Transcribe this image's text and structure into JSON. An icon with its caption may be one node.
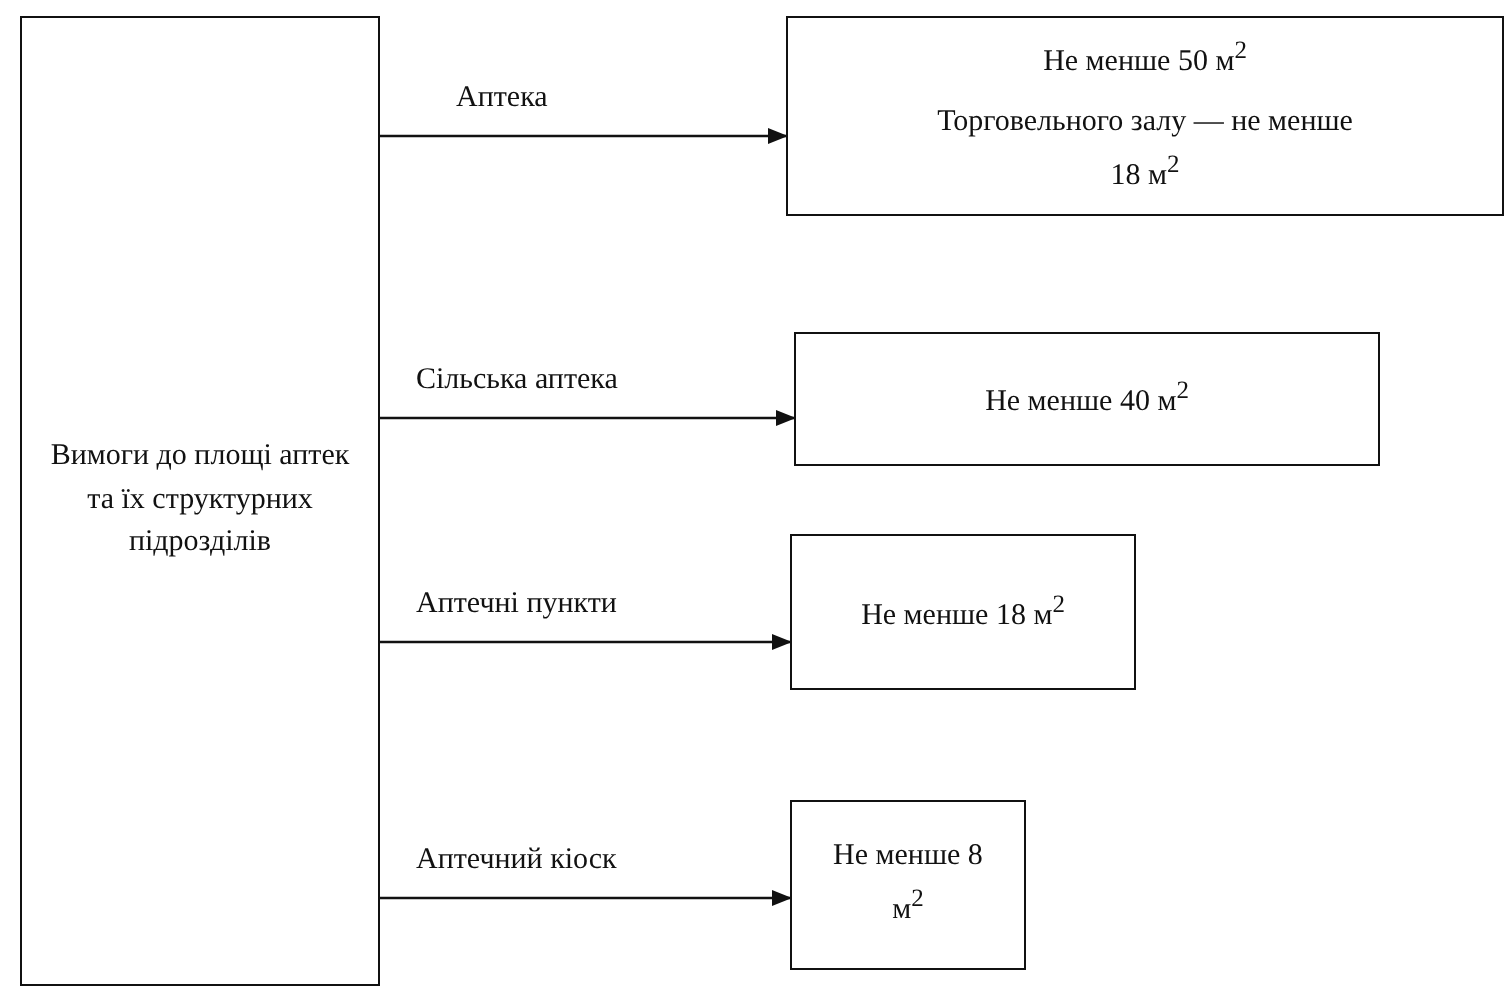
{
  "diagram": {
    "nodes": [
      {
        "text": [
          "Вимоги до площі аптек та їх структурних підрозділів"
        ]
      },
      {
        "text": [
          "Не менше 50 м$^{2}$",
          "Торговельного залу — не менше 18 м$^{2}$"
        ]
      },
      {
        "text": [
          "Не менше 40 м$^{2}$"
        ]
      },
      {
        "text": [
          "Не менше 18 м$^{2}$"
        ]
      },
      {
        "text": [
          "Не менше 8 м$^{2}$"
        ]
      }
    ],
    "edges": [
      {
        "from": 0,
        "to": 1,
        "arrow": "to",
        "label": "Аптека"
      },
      {
        "from": 0,
        "to": 2,
        "arrow": "to",
        "label": "Сільська аптека"
      },
      {
        "from": 0,
        "to": 3,
        "arrow": "to",
        "label": "Аптечні пункти"
      },
      {
        "from": 0,
        "to": 4,
        "arrow": "to",
        "label": "Аптечний кіоск"
      }
    ]
  }
}
